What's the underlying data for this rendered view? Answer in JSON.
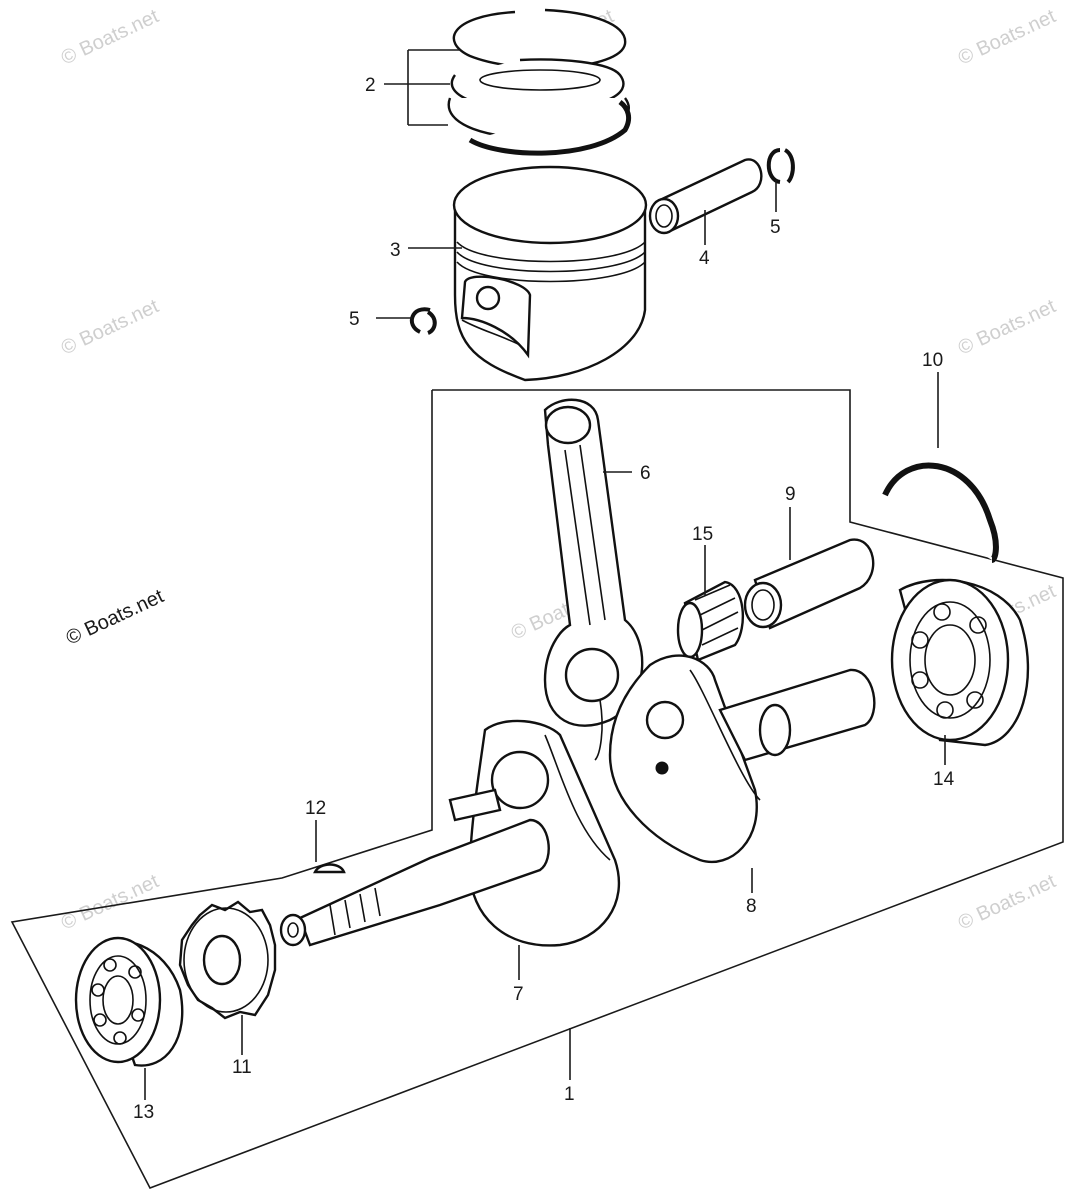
{
  "watermark": "© Boats.net",
  "callouts": {
    "c1": "1",
    "c2": "2",
    "c3": "3",
    "c4": "4",
    "c5a": "5",
    "c5b": "5",
    "c6": "6",
    "c7": "7",
    "c8": "8",
    "c9": "9",
    "c10": "10",
    "c11": "11",
    "c12": "12",
    "c13": "13",
    "c14": "14",
    "c15": "15"
  }
}
